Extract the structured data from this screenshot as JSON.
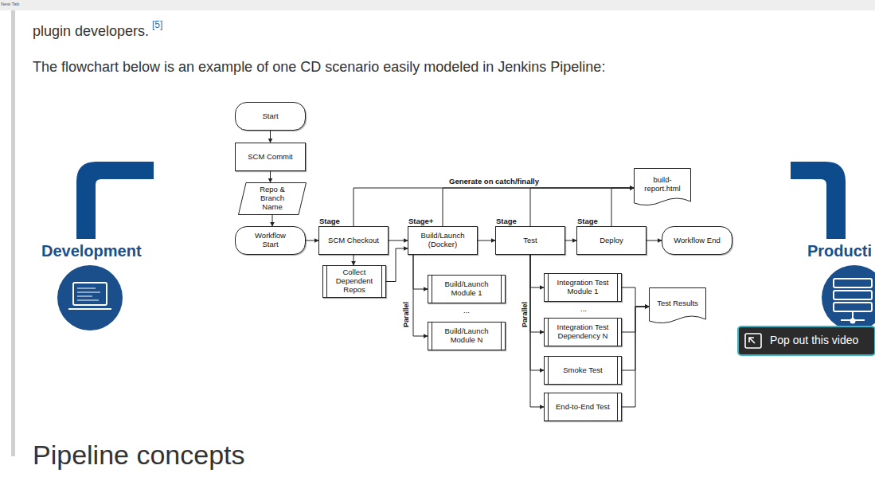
{
  "diagram": {
    "nodes": [
      {
        "text": [
          "Start"
        ]
      },
      {
        "text": [
          "SCM Commit"
        ]
      },
      {
        "text": [
          "Repo & Branch Name"
        ]
      },
      {
        "text": [
          "Workflow Start"
        ]
      },
      {
        "text": [
          "Stage",
          "SCM Checkout"
        ]
      },
      {
        "text": [
          "Collect Dependent Repos"
        ]
      },
      {
        "text": [
          "Stage+",
          "Build/Launch (Docker)"
        ]
      },
      {
        "text": [
          "Build/Launch Module 1"
        ]
      },
      {
        "text": [
          "Build/Launch Module N"
        ]
      },
      {
        "text": [
          "Stage",
          "Test"
        ]
      },
      {
        "text": [
          "Integration Test Module 1"
        ]
      },
      {
        "text": [
          "Integration Test Dependency N"
        ]
      },
      {
        "text": [
          "Smoke Test"
        ]
      },
      {
        "text": [
          "End-to-End Test"
        ]
      },
      {
        "text": [
          "Test Results"
        ]
      },
      {
        "text": [
          "Stage",
          "Deploy"
        ]
      },
      {
        "text": [
          "Workflow End"
        ]
      },
      {
        "text": [
          "build-report.html"
        ]
      }
    ],
    "edges": [
      {
        "from": 0,
        "to": 1,
        "arrow": "to"
      },
      {
        "from": 1,
        "to": 2,
        "arrow": "to"
      },
      {
        "from": 2,
        "to": 3,
        "arrow": "to"
      },
      {
        "from": 3,
        "to": 4,
        "arrow": "to"
      },
      {
        "from": 4,
        "to": 5,
        "arrow": "to"
      },
      {
        "from": 5,
        "to": 6,
        "arrow": "to"
      },
      {
        "from": 4,
        "to": 6,
        "arrow": "to"
      },
      {
        "from": 6,
        "to": 9,
        "arrow": "to"
      },
      {
        "from": 9,
        "to": 15,
        "arrow": "to"
      },
      {
        "from": 15,
        "to": 16,
        "arrow": "to"
      },
      {
        "from": 6,
        "to": 7,
        "arrow": "to"
      },
      {
        "from": 6,
        "to": 8,
        "arrow": "to"
      },
      {
        "from": 9,
        "to": 10,
        "arrow": "to"
      },
      {
        "from": 9,
        "to": 11,
        "arrow": "to"
      },
      {
        "from": 9,
        "to": 12,
        "arrow": "to"
      },
      {
        "from": 9,
        "to": 13,
        "arrow": "to"
      },
      {
        "from": 10,
        "to": 14,
        "arrow": "to"
      },
      {
        "from": 11,
        "to": 14,
        "arrow": "to"
      },
      {
        "from": 12,
        "to": 14,
        "arrow": "to"
      },
      {
        "from": 13,
        "to": 14,
        "arrow": "to"
      },
      {
        "from": 4,
        "to": 17,
        "label": "Generate on catch/finally",
        "arrow": "to"
      },
      {
        "from": 6,
        "to": 17,
        "arrow": "to"
      },
      {
        "from": 9,
        "to": 17,
        "arrow": "to"
      },
      {
        "from": 15,
        "to": 17,
        "arrow": "to"
      }
    ],
    "labels": [
      "New Tab",
      "plugin developers.",
      "[5]",
      "The flowchart below is an example of one CD scenario easily modeled in Jenkins Pipeline:",
      "Parallel",
      "...",
      "Parallel",
      "...",
      "Development",
      "Producti",
      "Pop out this video",
      "Pipeline concepts"
    ]
  }
}
